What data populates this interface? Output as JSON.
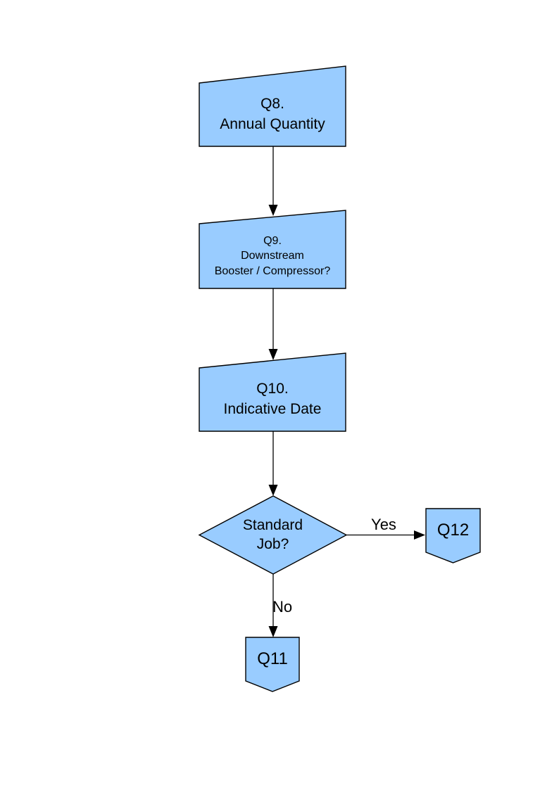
{
  "page": {
    "background": "#FFFFFF"
  },
  "flowchart": {
    "shape_fill": "#99CCFF",
    "shape_stroke": "#000000",
    "connector_color": "#000000",
    "text_color": "#000000",
    "nodes": {
      "q8": {
        "shape": "manual-input",
        "label": "Q8.\nAnnual Quantity"
      },
      "q9": {
        "shape": "manual-input",
        "label": "Q9.\nDownstream\nBooster / Compressor?"
      },
      "q10": {
        "shape": "manual-input",
        "label": "Q10.\nIndicative Date"
      },
      "standard_job": {
        "shape": "decision",
        "label": "Standard\nJob?"
      },
      "q12": {
        "shape": "off-page-connector",
        "label": "Q12"
      },
      "q11": {
        "shape": "off-page-connector",
        "label": "Q11"
      }
    },
    "edges": {
      "q8_to_q9": {
        "from": "q8",
        "to": "q9",
        "label": ""
      },
      "q9_to_q10": {
        "from": "q9",
        "to": "q10",
        "label": ""
      },
      "q10_to_standard_job": {
        "from": "q10",
        "to": "standard_job",
        "label": ""
      },
      "standard_job_to_q12": {
        "from": "standard_job",
        "to": "q12",
        "label": "Yes"
      },
      "standard_job_to_q11": {
        "from": "standard_job",
        "to": "q11",
        "label": "No"
      }
    }
  }
}
